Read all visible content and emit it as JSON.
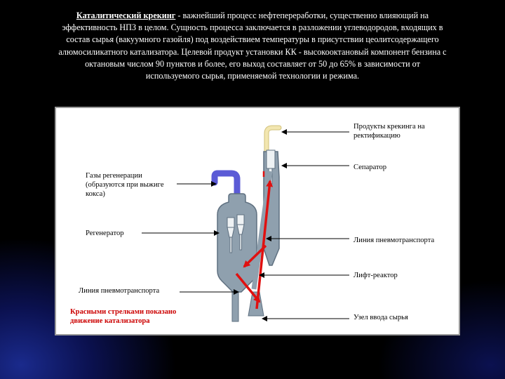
{
  "intro": {
    "term": "Каталитический крекинг",
    "lines": [
      " - важнейший процесс нефтепереработки, существенно влияющий на",
      "эффективность НПЗ в целом. Сущность процесса заключается в разложении углеводородов, входящих в",
      "состав сырья (вакуумного газойля) под воздействием температуры в присутствии цеолитсодержащего",
      "алюмосиликатного катализатора. Целевой продукт установки КК - высокооктановый компонент бензина с",
      "октановым числом 90 пунктов и более, его выход составляет от 50 до 65% в зависимости от",
      "используемого сырья, применяемой технологии и режима."
    ]
  },
  "diagram": {
    "labels": {
      "products_1": "Продукты крекинга на",
      "products_2": "ректификацию",
      "separator": "Сепаратор",
      "regen_gases_1": "Газы регенерации",
      "regen_gases_2": "(образуются при выжиге",
      "regen_gases_3": "кокса)",
      "regenerator": "Регенератор",
      "pneumo_line_right": "Линия пневмотранспорта",
      "lift_reactor": "Лифт-реактор",
      "pneumo_line_left": "Линия пневмотранспорта",
      "feed_unit": "Узел ввода сырья",
      "note_1": "Красными стрелками показано",
      "note_2": "движение катализатора"
    },
    "colors": {
      "equipment": "#8fa0ae",
      "equipment_dark": "#5f7080",
      "gas_pipe": "#5b5bd6",
      "product_pipe": "#f2e6b0",
      "catalyst_arrow": "#e01010",
      "leader": "#000000"
    }
  }
}
